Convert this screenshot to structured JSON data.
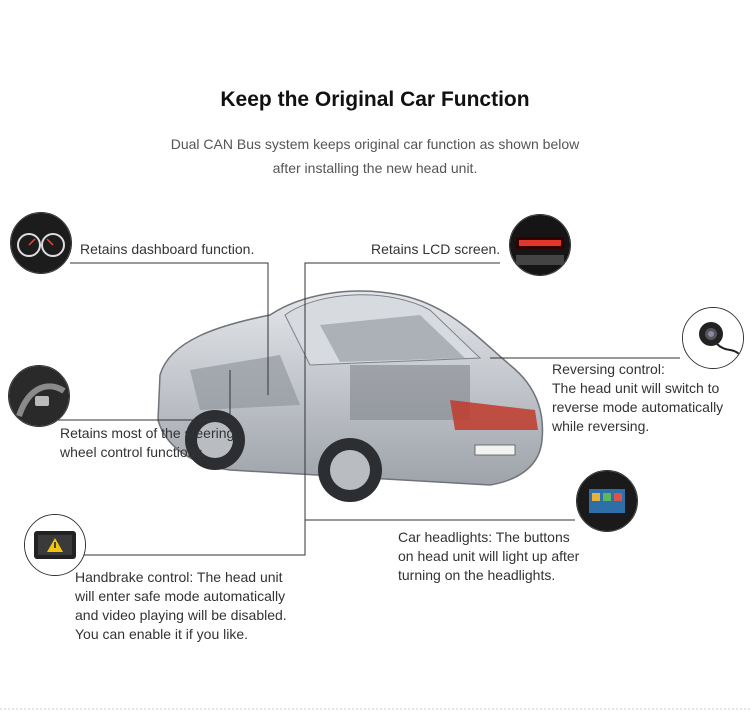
{
  "header": {
    "title": "Keep the Original Car Function",
    "subtitle_line1": "Dual CAN Bus system keeps original car function as shown below",
    "subtitle_line2": "after installing the new head unit."
  },
  "features": {
    "dashboard": {
      "lines": [
        "Retains dashboard function."
      ],
      "icon": "dashboard-gauges-icon"
    },
    "lcd": {
      "lines": [
        "Retains LCD screen."
      ],
      "icon": "lcd-screen-icon"
    },
    "reversing": {
      "lines": [
        "Reversing control:",
        "The head unit will switch to",
        "reverse mode automatically",
        "while reversing."
      ],
      "icon": "reversing-camera-icon"
    },
    "steering": {
      "lines": [
        "Retains most of the steering",
        "wheel control functions."
      ],
      "icon": "steering-wheel-icon"
    },
    "headlights": {
      "lines": [
        "Car headlights: The buttons",
        "on head unit will light up after",
        "turning on the headlights."
      ],
      "icon": "head-unit-icon"
    },
    "handbrake": {
      "lines": [
        "Handbrake control: The head unit",
        "will enter safe mode automatically",
        "and video playing will be disabled.",
        "You can enable it if you like."
      ],
      "icon": "handbrake-warning-icon"
    }
  },
  "colors": {
    "title": "#111111",
    "subtitle": "#555555",
    "line": "#333333",
    "car": "#b8bcc2"
  }
}
